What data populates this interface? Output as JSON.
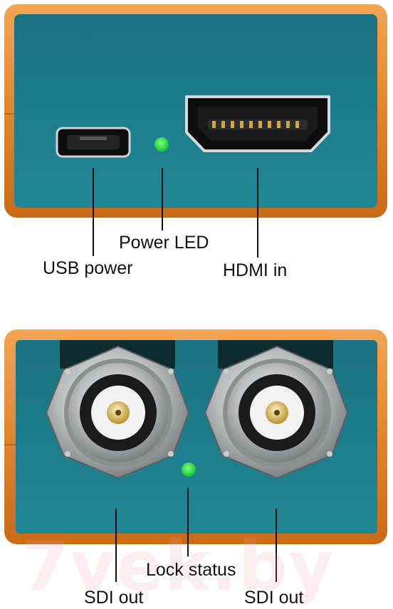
{
  "labels": {
    "usb_power": "USB power",
    "power_led": "Power LED",
    "hdmi_in": "HDMI in",
    "lock_status": "Lock status",
    "sdi_out_left": "SDI out",
    "sdi_out_right": "SDI out"
  },
  "watermark": "7vek.by",
  "colors": {
    "housing_orange": "#e0862e",
    "panel_teal": "#1e7f8c",
    "led_green": "#19e03a",
    "callout_line": "#111111"
  },
  "icons": [
    "micro-usb-port-icon",
    "hdmi-port-icon",
    "bnc-connector-icon",
    "led-icon"
  ]
}
